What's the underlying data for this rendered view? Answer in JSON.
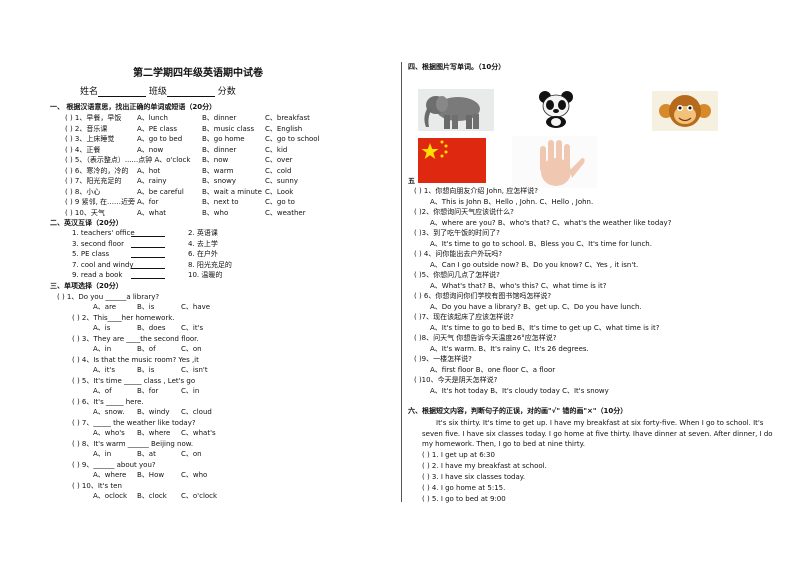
{
  "title": "第二学期四年级英语期中试卷",
  "header": {
    "name": "姓名",
    "class": "班级",
    "score": "分数"
  },
  "s1": {
    "title": "一、    根据汉语意思，找出正确的单词或短语（20分）",
    "rows": [
      {
        "q": "(    ) 1、早餐，早饭",
        "a": "A、lunch",
        "b": "B、dinner",
        "c": "C、breakfast"
      },
      {
        "q": "(    ) 2、音乐课",
        "a": "A、PE class",
        "b": "B、music class",
        "c": "C、English"
      },
      {
        "q": "(    ) 3、上床睡觉",
        "a": "A、go to bed",
        "b": "B、go home",
        "c": "C、go to school"
      },
      {
        "q": "(    ) 4、正餐",
        "a": "A、now",
        "b": "B、dinner",
        "c": "C、kid"
      },
      {
        "q": "(    ) 5、（表示整点）......点钟 A、o'clock",
        "a": "",
        "b": "B、now",
        "c": "C、over"
      },
      {
        "q": "(    ) 6、寒冷的，冷的",
        "a": "A、hot",
        "b": "B、warm",
        "c": "C、cold"
      },
      {
        "q": "(    ) 7、阳光充足的",
        "a": "A、rainy",
        "b": "B、snowy",
        "c": "C、sunny"
      },
      {
        "q": "(    ) 8、小心",
        "a": "A、be careful",
        "b": "B、wait a minute",
        "c": "C、Look"
      },
      {
        "q": "(    ) 9 紧邻, 在……近旁",
        "a": "A、for",
        "b": "B、next to",
        "c": "C、go to"
      },
      {
        "q": "(    ) 10、天气",
        "a": "A、what",
        "b": "B、who",
        "c": "C、weather"
      }
    ]
  },
  "s2": {
    "title": "二、英汉互译（20分）",
    "rows": [
      {
        "l": "1. teachers' office",
        "r": "2. 英语课"
      },
      {
        "l": "3. second floor",
        "r": "4. 去上学"
      },
      {
        "l": "5. PE class",
        "r": "6. 在户外"
      },
      {
        "l": "7. cool and windy",
        "r": "8. 阳光充足的"
      },
      {
        "l": "9. read a book",
        "r": "10. 温暖的"
      }
    ]
  },
  "s3": {
    "title": "三、单项选择（20分）",
    "items": [
      {
        "q": "(    ) 1、Do you ______a library?",
        "o": [
          "A、are",
          "B、is",
          "C、have"
        ]
      },
      {
        "q": "(    ) 2、This____her homework.",
        "o": [
          "A、is",
          "B、does",
          "C、it's"
        ]
      },
      {
        "q": "(    ) 3、They are ____the second floor.",
        "o": [
          "A、in",
          "B、of",
          "C、on"
        ]
      },
      {
        "q": "(    ) 4、Is that the music room? Yes ,it",
        "o": [
          "A、it's",
          "B、is",
          "C、isn't"
        ]
      },
      {
        "q": "(    ) 5、It's time _____ class , Let's go",
        "o": [
          "A、of",
          "B、for",
          "C、in"
        ]
      },
      {
        "q": "(    ) 6、It's _____ here.",
        "o": [
          "A、snow.",
          "B、windy",
          "C、cloud"
        ]
      },
      {
        "q": "(    ) 7、_____ the weather like today?",
        "o": [
          "A、who's",
          "B、where",
          "C、what's"
        ]
      },
      {
        "q": "(    ) 8、It's warm ______ Beijing now.",
        "o": [
          "A、in",
          "B、at",
          "C、on"
        ]
      },
      {
        "q": "(    ) 9、______ about you?",
        "o": [
          "A、where",
          "B、How",
          "C、who"
        ]
      },
      {
        "q": "(    ) 10、It's ten",
        "o": [
          "A、oclock",
          "B、clock",
          "C、o'clock"
        ]
      }
    ]
  },
  "s4": {
    "title": "四、根据图片写单词。（10分）"
  },
  "s5": {
    "prefix": "五",
    "items": [
      {
        "q": "(    ) 1、你想向朋友介绍 John, 应怎样说?",
        "o": "A、This is John      B、Hello , John.       C、Hello , John."
      },
      {
        "q": "(    )2、你想询问天气应该说什么?",
        "o": "A、where are you?   B、who's that?    C、what's the weather like today?"
      },
      {
        "q": "(    )3、到了吃午饭的时间了?",
        "o": "A、It's time to go to school.  B、Bless you C、It's time for lunch."
      },
      {
        "q": "(    ) 4、问你能出去户外玩吗?",
        "o": "A、Can I go outside now?    B、Do you know?    C、Yes , it isn't."
      },
      {
        "q": "(    )5、你想问几点了怎样说?",
        "o": "A、What's that?    B、who's this?     C、what time is it?"
      },
      {
        "q": "(    ) 6、你想询问你们学校有图书馆吗怎样说?",
        "o": "A、Do you have a library?     B、get up.     C、Do you have lunch."
      },
      {
        "q": "(    )7、现在该起床了应该怎样说?",
        "o": "A、It's time to go to bed    B、It's time to get up  C、what time is it?"
      },
      {
        "q": "(    )8、问天气 你想告诉今天温度26°应怎样说?",
        "o": "A、It's warm.          B、It's rainy          C、It's 26 degrees."
      },
      {
        "q": "(    )9、一楼怎样说?",
        "o": "A、first floor          B、one floor          C、a floor"
      },
      {
        "q": "(    )10、今天是阴天怎样说?",
        "o": "A、It's hot today       B、It's cloudy  today  C、It's snowy"
      }
    ]
  },
  "s6": {
    "title": "六、根据短文内容，判断句子的正误，对的画\"√\" 错的画\"×\"（10分）",
    "passage": "It's six thirty. It's time to get up. I have my breakfast at six forty-five. When I go to school. It's seven five. I have six classes today. I go home at five thirty. Ihave dinner at seven. After dinner, I do my homework. Then, I go to bed at nine thirty.",
    "items": [
      "(    ) 1. I get up at 6:30",
      "(    ) 2. I have my breakfast at school.",
      "(    ) 3. I have six classes today.",
      "(    ) 4. I go home at 5:15.",
      "(    ) 5. I go to bed at 9:00"
    ]
  },
  "pictures": [
    "elephant",
    "panda",
    "monkey",
    "china-flag",
    "hand"
  ],
  "colors": {
    "flag_red": "#de2910",
    "flag_star": "#ffde00"
  }
}
